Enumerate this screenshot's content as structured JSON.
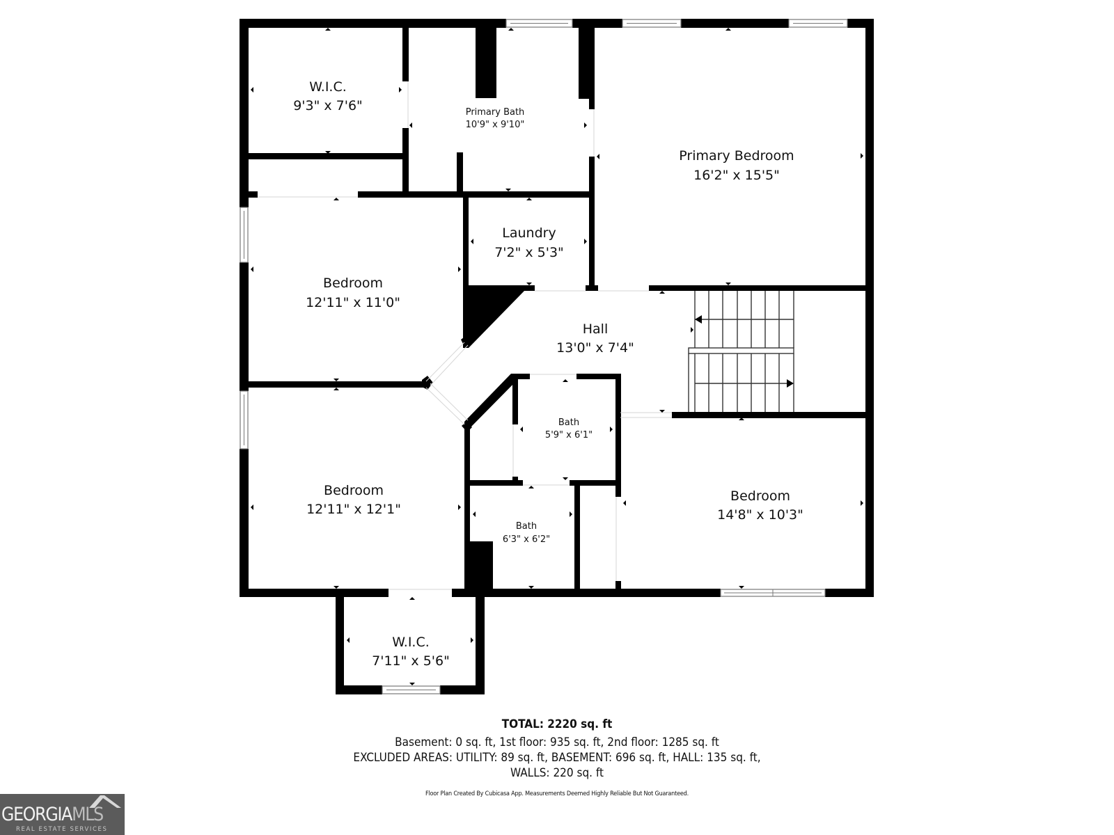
{
  "floor_plan": {
    "rooms": [
      {
        "id": "wic-top",
        "name": "W.I.C.",
        "dims": "9'3\" x 7'6\"",
        "size": "lg"
      },
      {
        "id": "primary-bath",
        "name": "Primary Bath",
        "dims": "10'9\" x 9'10\"",
        "size": "sm"
      },
      {
        "id": "primary-bedroom",
        "name": "Primary Bedroom",
        "dims": "16'2\" x 15'5\"",
        "size": "lg"
      },
      {
        "id": "laundry",
        "name": "Laundry",
        "dims": "7'2\" x 5'3\"",
        "size": "lg"
      },
      {
        "id": "bedroom-1",
        "name": "Bedroom",
        "dims": "12'11\" x 11'0\"",
        "size": "lg"
      },
      {
        "id": "hall",
        "name": "Hall",
        "dims": "13'0\" x 7'4\"",
        "size": "lg"
      },
      {
        "id": "bath-1",
        "name": "Bath",
        "dims": "5'9\" x 6'1\"",
        "size": "sm"
      },
      {
        "id": "bedroom-2",
        "name": "Bedroom",
        "dims": "12'11\" x 12'1\"",
        "size": "lg"
      },
      {
        "id": "bath-2",
        "name": "Bath",
        "dims": "6'3\" x 6'2\"",
        "size": "sm"
      },
      {
        "id": "bedroom-3",
        "name": "Bedroom",
        "dims": "14'8\" x 10'3\"",
        "size": "lg"
      },
      {
        "id": "wic-bottom",
        "name": "W.I.C.",
        "dims": "7'11\" x 5'6\"",
        "size": "lg"
      }
    ],
    "colors": {
      "wall": "#000000",
      "background": "#ffffff",
      "window_stroke": "#777777"
    }
  },
  "summary": {
    "total": "TOTAL: 2220 sq. ft",
    "floors": "Basement: 0 sq. ft, 1st floor: 935 sq. ft, 2nd floor: 1285 sq. ft",
    "excluded": "EXCLUDED AREAS: UTILITY: 89 sq. ft, BASEMENT: 696 sq. ft, HALL: 135 sq. ft,",
    "walls": "WALLS: 220 sq. ft",
    "disclaimer": "Floor Plan Created By Cubicasa App. Measurements Deemed Highly Reliable But Not Guaranteed."
  },
  "logo": {
    "brand_main": "GEORGIA",
    "brand_accent": "MLS",
    "tagline": "REAL ESTATE SERVICES"
  }
}
